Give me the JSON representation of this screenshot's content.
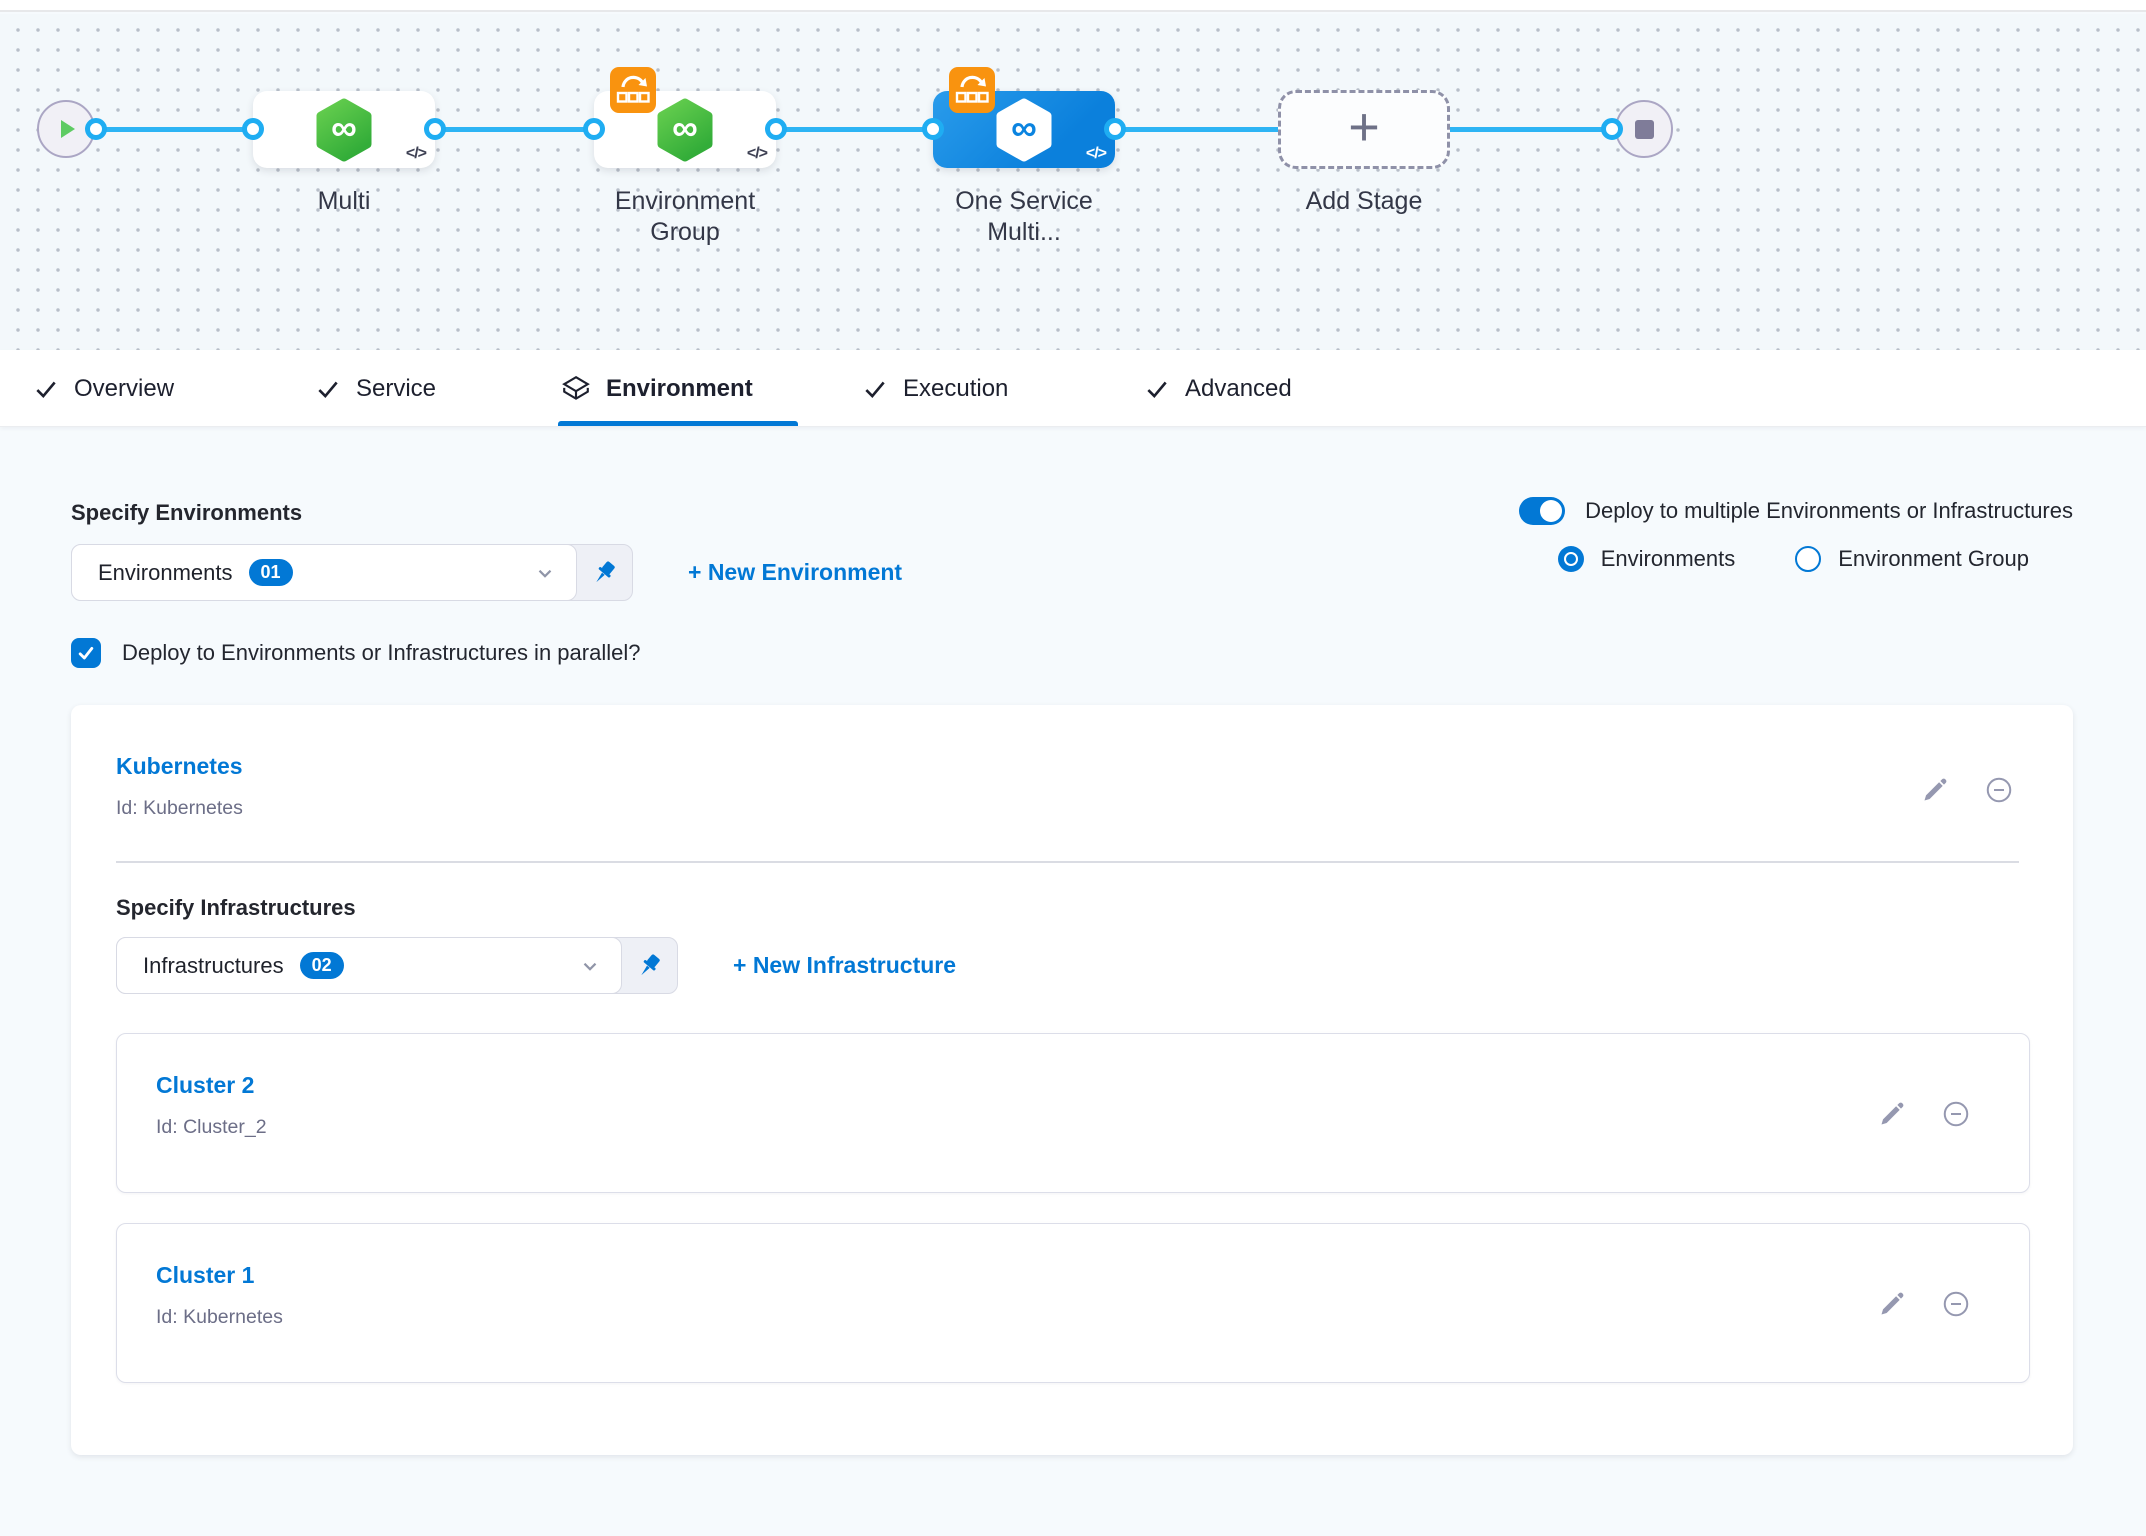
{
  "colors": {
    "accent": "#0278d5",
    "connector_blue": "#2db4f4",
    "node_selected_blue": "#0b84e0",
    "stage_green": "#43b544",
    "badge_orange": "#f9930f",
    "text_dark": "#24262e",
    "text_muted": "#6c6e87",
    "icon_gray": "#9598b0"
  },
  "icons": {
    "code": "</>",
    "infinity": "∞",
    "plus": "+"
  },
  "pipeline": {
    "stages": [
      {
        "label": "Multi"
      },
      {
        "label": "Environment Group"
      },
      {
        "label": "One Service Multi..."
      }
    ],
    "add_stage_label": "Add Stage"
  },
  "tabs": [
    {
      "label": "Overview"
    },
    {
      "label": "Service"
    },
    {
      "label": "Environment"
    },
    {
      "label": "Execution"
    },
    {
      "label": "Advanced"
    }
  ],
  "environment_tab": {
    "specify_environments": "Specify Environments",
    "environments_dropdown": {
      "value": "Environments",
      "count": "01"
    },
    "new_environment": "+ New Environment",
    "deploy_multiple_label": "Deploy to multiple Environments or Infrastructures",
    "radio_environments": "Environments",
    "radio_environment_group": "Environment Group",
    "parallel_checkbox": "Deploy to Environments or Infrastructures in parallel?",
    "environment": {
      "name": "Kubernetes",
      "id": "Id: Kubernetes",
      "specify_infrastructures": "Specify Infrastructures",
      "infrastructures_dropdown": {
        "value": "Infrastructures",
        "count": "02"
      },
      "new_infrastructure": "+ New Infrastructure",
      "infrastructures": [
        {
          "name": "Cluster 2",
          "id": "Id: Cluster_2"
        },
        {
          "name": "Cluster 1",
          "id": "Id: Kubernetes"
        }
      ]
    }
  }
}
